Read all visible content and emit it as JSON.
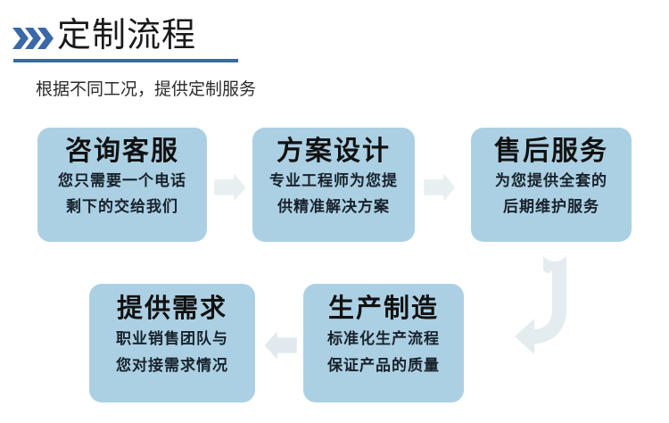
{
  "header": {
    "chevron_icon": "triple-chevron-right-icon",
    "title": "定制流程",
    "subtitle": "根据不同工况，提供定制服务",
    "accent_color": "#3a69a8"
  },
  "theme": {
    "box_fill": "#acd0e3",
    "arrow_fill": "#e3ecef",
    "arrow_stroke": "#ffffff",
    "title_text_color": "#111111",
    "desc_text_color": "#18222c"
  },
  "flow": {
    "steps": [
      {
        "id": "step-1",
        "title": "咨询客服",
        "desc_line1": "您只需要一个电话",
        "desc_line2": "剩下的交给我们"
      },
      {
        "id": "step-2",
        "title": "方案设计",
        "desc_line1": "专业工程师为您提",
        "desc_line2": "供精准解决方案"
      },
      {
        "id": "step-3",
        "title": "售后服务",
        "desc_line1": "为您提供全套的",
        "desc_line2": "后期维护服务"
      },
      {
        "id": "step-4",
        "title": "提供需求",
        "desc_line1": "职业销售团队与",
        "desc_line2": "您对接需求情况"
      },
      {
        "id": "step-5",
        "title": "生产制造",
        "desc_line1": "标准化生产流程",
        "desc_line2": "保证产品的质量"
      }
    ],
    "connectors": [
      {
        "id": "connector-1",
        "icon": "arrow-right-icon",
        "from": "step-1",
        "to": "step-2"
      },
      {
        "id": "connector-2",
        "icon": "arrow-right-icon",
        "from": "step-2",
        "to": "step-3"
      },
      {
        "id": "connector-3",
        "icon": "arrow-uturn-down-left-icon",
        "from": "step-3",
        "to": "step-5"
      },
      {
        "id": "connector-4",
        "icon": "arrow-left-icon",
        "from": "step-5",
        "to": "step-4"
      }
    ]
  }
}
